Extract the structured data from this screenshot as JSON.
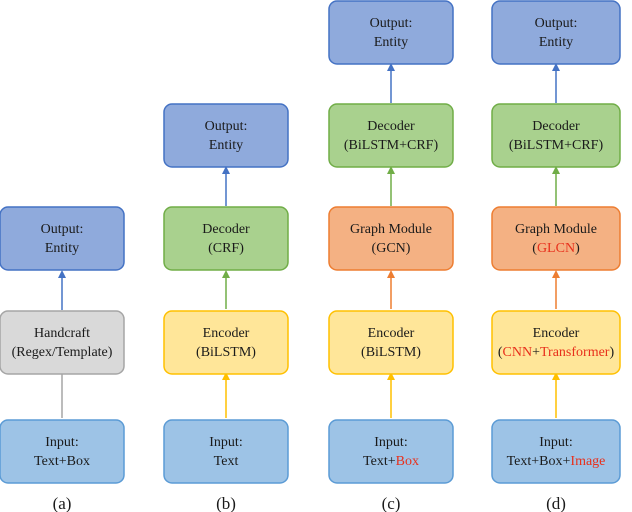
{
  "colors": {
    "output_fill": "#8faadc",
    "output_stroke": "#4472c4",
    "decoder_fill": "#a9d18e",
    "decoder_stroke": "#70ad47",
    "graph_fill": "#f4b183",
    "graph_stroke": "#ed7d31",
    "encoder_fill": "#ffe699",
    "encoder_stroke": "#ffc000",
    "handcraft_fill": "#d9d9d9",
    "handcraft_stroke": "#a5a5a5",
    "input_fill": "#9dc3e6",
    "input_stroke": "#5b9bd5",
    "highlight_text": "#e8301c"
  },
  "diagrams": [
    {
      "caption": "(a)",
      "boxes": [
        {
          "name": "output",
          "line1": "Output:",
          "line2": [
            "Entity"
          ]
        },
        {
          "name": "handcraft",
          "line1": "Handcraft",
          "line2": [
            "(Regex/Template)"
          ]
        },
        {
          "name": "input",
          "line1": "Input:",
          "line2": [
            "Text+Box"
          ]
        }
      ]
    },
    {
      "caption": "(b)",
      "boxes": [
        {
          "name": "output",
          "line1": "Output:",
          "line2": [
            "Entity"
          ]
        },
        {
          "name": "decoder",
          "line1": "Decoder",
          "line2": [
            "(CRF)"
          ]
        },
        {
          "name": "encoder",
          "line1": "Encoder",
          "line2": [
            "(BiLSTM)"
          ]
        },
        {
          "name": "input",
          "line1": "Input:",
          "line2": [
            "Text"
          ]
        }
      ]
    },
    {
      "caption": "(c)",
      "boxes": [
        {
          "name": "output",
          "line1": "Output:",
          "line2": [
            "Entity"
          ]
        },
        {
          "name": "decoder",
          "line1": "Decoder",
          "line2": [
            "(BiLSTM+CRF)"
          ]
        },
        {
          "name": "graph-module",
          "line1": "Graph Module",
          "line2": [
            "(GCN)"
          ]
        },
        {
          "name": "encoder",
          "line1": "Encoder",
          "line2": [
            "(BiLSTM)"
          ]
        },
        {
          "name": "input",
          "line1": "Input:",
          "line2": [
            "Text+",
            "Box"
          ]
        }
      ]
    },
    {
      "caption": "(d)",
      "boxes": [
        {
          "name": "output",
          "line1": "Output:",
          "line2": [
            "Entity"
          ]
        },
        {
          "name": "decoder",
          "line1": "Decoder",
          "line2": [
            "(BiLSTM+CRF)"
          ]
        },
        {
          "name": "graph-module",
          "line1": "Graph Module",
          "line2": [
            "(",
            "GLCN",
            ")"
          ]
        },
        {
          "name": "encoder",
          "line1": "Encoder",
          "line2": [
            "(",
            "CNN",
            "+",
            "Transformer",
            ")"
          ]
        },
        {
          "name": "input",
          "line1": "Input:",
          "line2": [
            "Text+Box+",
            "Image"
          ]
        }
      ]
    }
  ]
}
